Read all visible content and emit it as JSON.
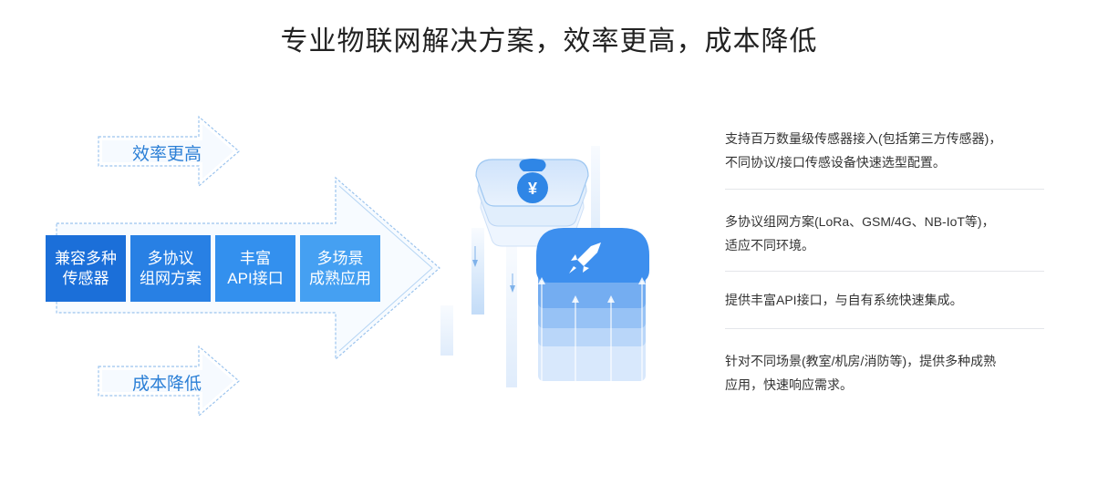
{
  "title": "专业物联网解决方案，效率更高，成本降低",
  "arrows": {
    "top_label": "效率更高",
    "bottom_label": "成本降低"
  },
  "tiles": [
    {
      "line1": "兼容多种",
      "line2": "传感器"
    },
    {
      "line1": "多协议",
      "line2": "组网方案"
    },
    {
      "line1": "丰富",
      "line2": "API接口"
    },
    {
      "line1": "多场景",
      "line2": "成熟应用"
    }
  ],
  "illustration": {
    "money_glyph": "¥",
    "top_icon": "money-bag-icon",
    "bottom_icon": "rocket-icon"
  },
  "features": [
    {
      "line1": "支持百万数量级传感器接入(包括第三方传感器)，",
      "line2": "不同协议/接口传感设备快速选型配置。"
    },
    {
      "line1": "多协议组网方案(LoRa、GSM/4G、NB-IoT等)，",
      "line2": "适应不同环境。"
    },
    {
      "line1": "提供丰富API接口，与自有系统快速集成。",
      "line2": ""
    },
    {
      "line1": "针对不同场景(教室/机房/消防等)，提供多种成熟",
      "line2": "应用，快速响应需求。"
    }
  ],
  "colors": {
    "accent": "#2b7fd6",
    "tile_dark": "#1b6fd9",
    "tile_light": "#45a0f2",
    "divider": "#e4e6ea"
  }
}
